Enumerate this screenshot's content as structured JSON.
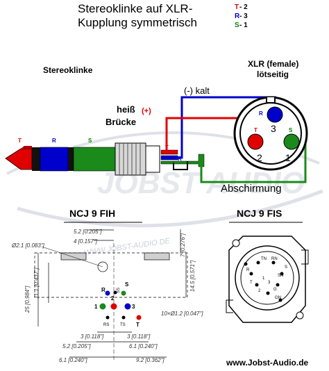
{
  "title": {
    "line1": "Stereoklinke auf XLR-",
    "line2": "Kupplung  symmetrisch"
  },
  "legend": [
    {
      "letter": "T",
      "sep": " - ",
      "num": "2",
      "color": "#e00000"
    },
    {
      "letter": "R",
      "sep": " - ",
      "num": "3",
      "color": "#0000cc"
    },
    {
      "letter": "S",
      "sep": " - ",
      "num": "1",
      "color": "#008000"
    }
  ],
  "labels": {
    "stereoklinke": "Stereoklinke",
    "xlr_line1": "XLR (female)",
    "xlr_line2": "lötseitig",
    "kalt": "(-) kalt",
    "heiss": "heiß",
    "plus": "(+)",
    "bruecke": "Brücke",
    "abschirmung": "Abschirmung",
    "plug_T": "T",
    "plug_R": "R",
    "plug_S": "S",
    "solder_T": "T",
    "solder_R": "R",
    "xlr_pin1": "1",
    "xlr_pin2": "2",
    "xlr_pin3": "3",
    "xlr_R": "R",
    "xlr_T": "T",
    "xlr_S": "S",
    "watermark": "JOBST AUDIO",
    "ncj9fih": "NCJ 9 FIH",
    "ncj9fis": "NCJ 9 FIS",
    "website_wm": "WWW.JOBST-AUDIO.DE",
    "footer": "www.Jobst-Audio.de"
  },
  "dimensions": {
    "d1": "5.2 [0.205\"]",
    "d2": "4 [0.157\"]",
    "d3": "Ø2.1 [0.083\"]",
    "d4": "7 [0.276\"]",
    "d5": "25 [0.984\"]",
    "d6": "11.1 [0.437\"]",
    "d7": "14.5 [0.571\"]",
    "d8": "10×Ø1.2 [0.047\"]",
    "d9": "3 [0.118\"]",
    "d10": "3 [0.118\"]",
    "d11": "5.2 [0.205\"]",
    "d12": "6.1 [0.240\"]",
    "d13": "6.1 [0.240\"]",
    "d14": "9.2 [0.362\"]"
  },
  "fih_pins": {
    "R": "R",
    "S_top": "S",
    "one": "1",
    "two": "2",
    "three": "3",
    "RS": "RS",
    "TS": "TS",
    "SS": "SS",
    "T": "T"
  },
  "fis_pins": {
    "TN": "TN",
    "RN": "RN",
    "R": "R",
    "S": "S",
    "SN": "SN",
    "T": "T",
    "p1": "1",
    "p2": "2",
    "p3": "3",
    "G": "G",
    "GN": "GN"
  },
  "colors": {
    "tip": "#e00000",
    "ring": "#0000cc",
    "sleeve": "#008000",
    "black": "#000000"
  }
}
